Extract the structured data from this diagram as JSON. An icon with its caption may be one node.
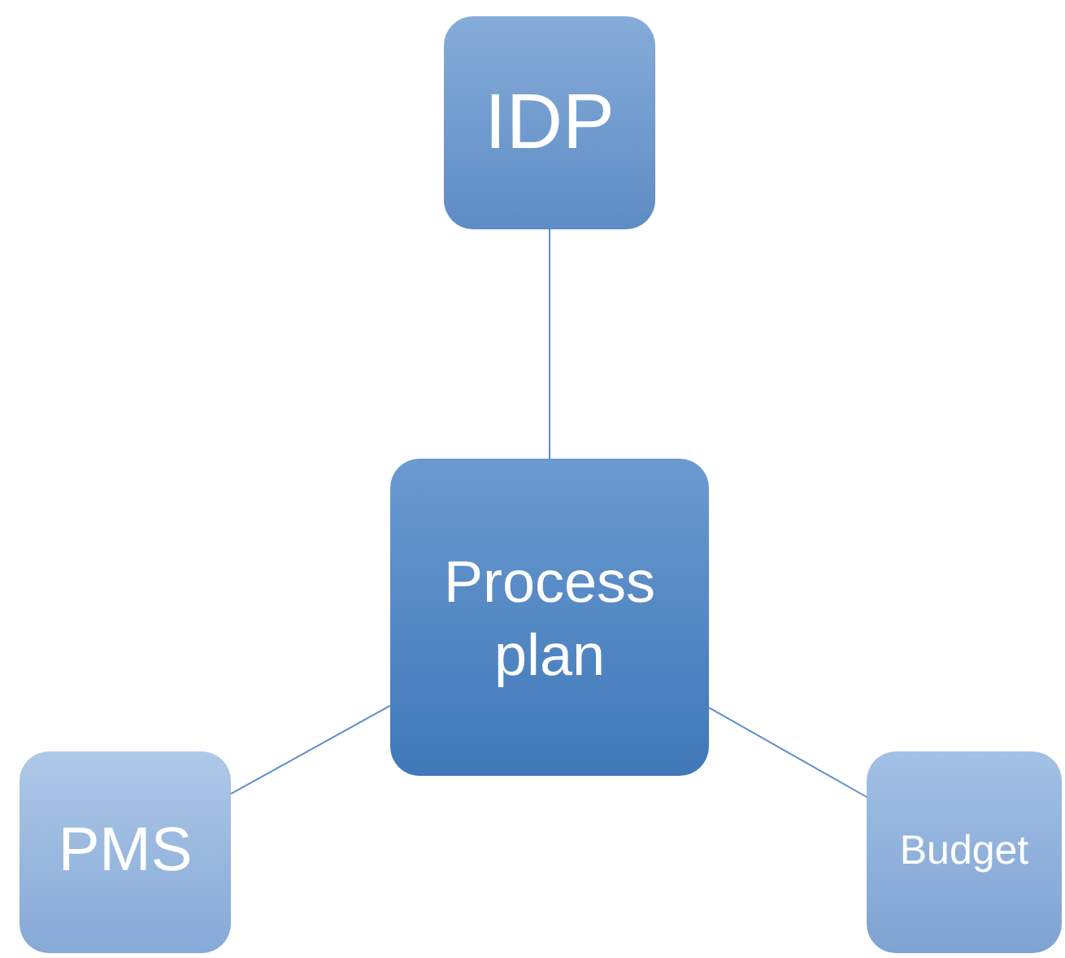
{
  "diagram": {
    "nodes": [
      {
        "text": [
          "IDP"
        ]
      },
      {
        "text": [
          "Process plan"
        ]
      },
      {
        "text": [
          "PMS"
        ]
      },
      {
        "text": [
          "Budget"
        ]
      }
    ],
    "edges": [
      {
        "from": 0,
        "to": 1,
        "arrow": "none"
      },
      {
        "from": 1,
        "to": 2,
        "arrow": "none"
      },
      {
        "from": 1,
        "to": 3,
        "arrow": "none"
      }
    ]
  }
}
